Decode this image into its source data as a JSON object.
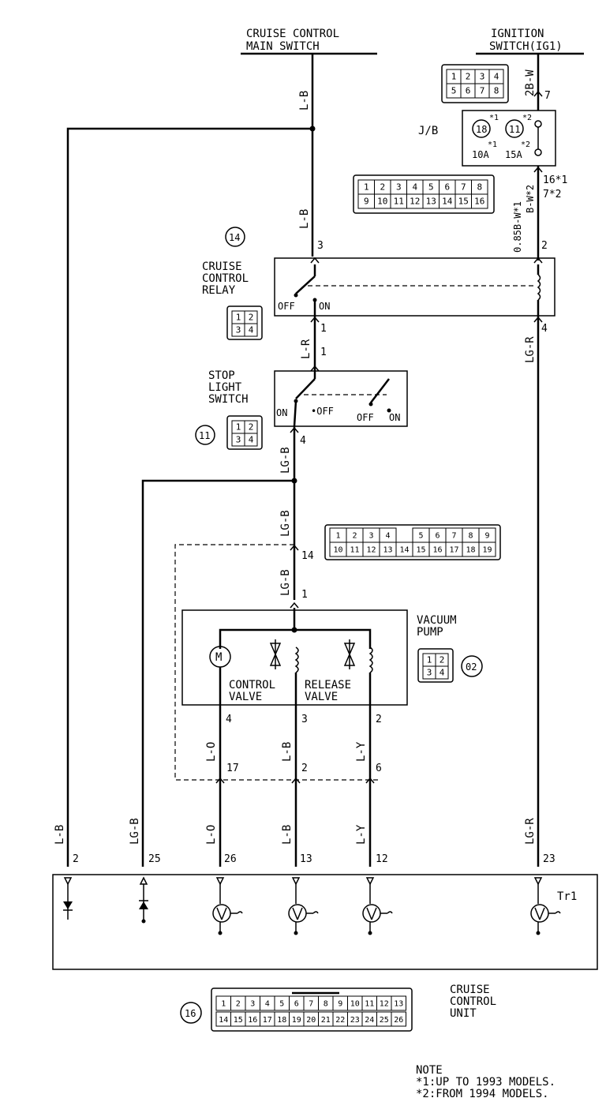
{
  "components": {
    "main_switch": [
      "CRUISE CONTROL",
      "MAIN SWITCH"
    ],
    "ignition": [
      "IGNITION",
      "SWITCH(IG1)"
    ],
    "jb": "J/B",
    "fuse_a": {
      "num": "18",
      "amp": "10A",
      "note": "*1"
    },
    "fuse_b": {
      "num": "11",
      "amp": "15A",
      "note": "*2"
    },
    "relay": [
      "CRUISE",
      "CONTROL",
      "RELAY"
    ],
    "stop_switch": [
      "STOP",
      "LIGHT",
      "SWITCH"
    ],
    "vacuum_pump": [
      "VACUUM",
      "PUMP"
    ],
    "control_valve": [
      "CONTROL",
      "VALVE"
    ],
    "release_valve": [
      "RELEASE",
      "VALVE"
    ],
    "ecu": [
      "CRUISE",
      "CONTROL",
      "UNIT"
    ],
    "tr1": "Tr1",
    "motor": "M"
  },
  "callouts": {
    "relay": "14",
    "stop": "11",
    "pump": "02",
    "ecu": "16"
  },
  "wires": {
    "lb": "L-B",
    "lr": "L-R",
    "lgb": "LG-B",
    "lgr": "LG-R",
    "lo": "L-O",
    "ly": "L-Y",
    "ign_color": "2B-W",
    "jb_wire1": "0.85B-W*1",
    "jb_wire2": "B-W*2"
  },
  "switch_states": {
    "off": "OFF",
    "on": "ON",
    "off2": "•OFF"
  },
  "pins": {
    "ign7": "7",
    "jb16": "16*1",
    "jb7": "7*2",
    "relay3": "3",
    "relay2": "2",
    "relay1": "1",
    "relay4": "4",
    "stop1": "1",
    "stop4": "4",
    "p14": "14",
    "p1": "1",
    "p4": "4",
    "p3": "3",
    "p2": "2",
    "c17": "17",
    "c2": "2",
    "c6": "6",
    "e2": "2",
    "e25": "25",
    "e26": "26",
    "e13": "13",
    "e12": "12",
    "e23": "23"
  },
  "connectors": {
    "ign": [
      "1",
      "2",
      "3",
      "4",
      "5",
      "6",
      "7",
      "8"
    ],
    "jb": [
      "1",
      "2",
      "3",
      "4",
      "5",
      "6",
      "7",
      "8",
      "9",
      "10",
      "11",
      "12",
      "13",
      "14",
      "15",
      "16"
    ],
    "relay": [
      "1",
      "2",
      "3",
      "4"
    ],
    "stop": [
      "1",
      "2",
      "3",
      "4"
    ],
    "mid": [
      "1",
      "2",
      "3",
      "4",
      "5",
      "6",
      "7",
      "8",
      "9",
      "10",
      "11",
      "12",
      "13",
      "14",
      "15",
      "16",
      "17",
      "18",
      "19"
    ],
    "pump": [
      "1",
      "2",
      "3",
      "4"
    ],
    "ecu_top": [
      "1",
      "2",
      "3",
      "4",
      "5",
      "6",
      "7",
      "8",
      "9",
      "10",
      "11",
      "12",
      "13"
    ],
    "ecu_bot": [
      "14",
      "15",
      "16",
      "17",
      "18",
      "19",
      "20",
      "21",
      "22",
      "23",
      "24",
      "25",
      "26"
    ]
  },
  "note": [
    "NOTE",
    "*1:UP TO 1993 MODELS.",
    "*2:FROM 1994 MODELS."
  ]
}
